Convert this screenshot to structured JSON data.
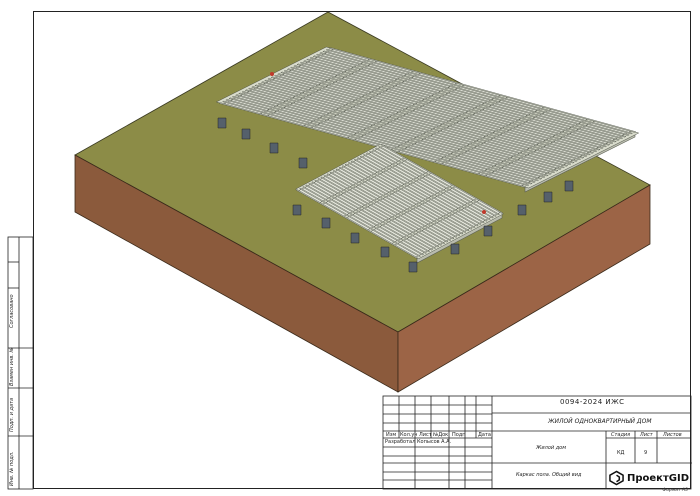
{
  "titleblock": {
    "code": "0094-2024 ИЖС",
    "building": "ЖИЛОЙ ОДНОКВАРТИРНЫЙ ДОМ",
    "headers": [
      "Изм",
      "Кол.уч",
      "Лист",
      "№Док",
      "Подп",
      "Дата"
    ],
    "role": "Разработал",
    "author": "Копысов А.А.",
    "object": "Жилой дом",
    "stage_header": "Стадия",
    "sheet_header": "Лист",
    "sheets_header": "Листов",
    "stage": "КД",
    "sheet": "9",
    "drawing_title": "Каркас пола. Общий вид",
    "company": "ПроектGID",
    "format": "Формат А3"
  },
  "side_stamp": [
    "Согласовано",
    "Взамен инв. №",
    "Подп. и дата",
    "Инв. № подл."
  ],
  "colors": {
    "grass": "#8c8c47",
    "soil": "#8b5a3c",
    "soil_right": "#a0684a",
    "timber": "#cfd2c4",
    "pier": "#55606b"
  }
}
